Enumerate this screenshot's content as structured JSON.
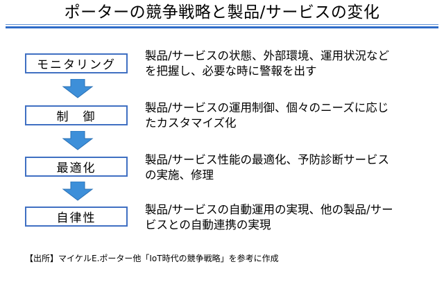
{
  "title": "ポーターの競争戦略と製品/サービスの変化",
  "stages": [
    {
      "label": "モニタリング",
      "description_lines": [
        "製品/サービスの状態、外部環境、運用状況など",
        "を把握し、必要な時に警報を出す"
      ]
    },
    {
      "label": "制　御",
      "description_lines": [
        "製品/サービスの運用制御、個々のニーズに応じ",
        "たカスタマイズ化"
      ]
    },
    {
      "label": "最適化",
      "description_lines": [
        "製品/サービス性能の最適化、予防診断サービス",
        "の実施、修理"
      ]
    },
    {
      "label": "自律性",
      "description_lines": [
        "製品/サービスの自動運用の実現、他の製品/サー",
        "ビスとの自動連携の実現"
      ]
    }
  ],
  "source": "【出所】マイケルE.ポーター他「IoT時代の競争戦略」を参考に作成",
  "colors": {
    "accent_blue": "#3f6fc2",
    "arrow_fill": "#3d8fd9",
    "title_rule": "#2e6bc6"
  },
  "icons": {
    "arrow": "down-arrow-icon"
  }
}
